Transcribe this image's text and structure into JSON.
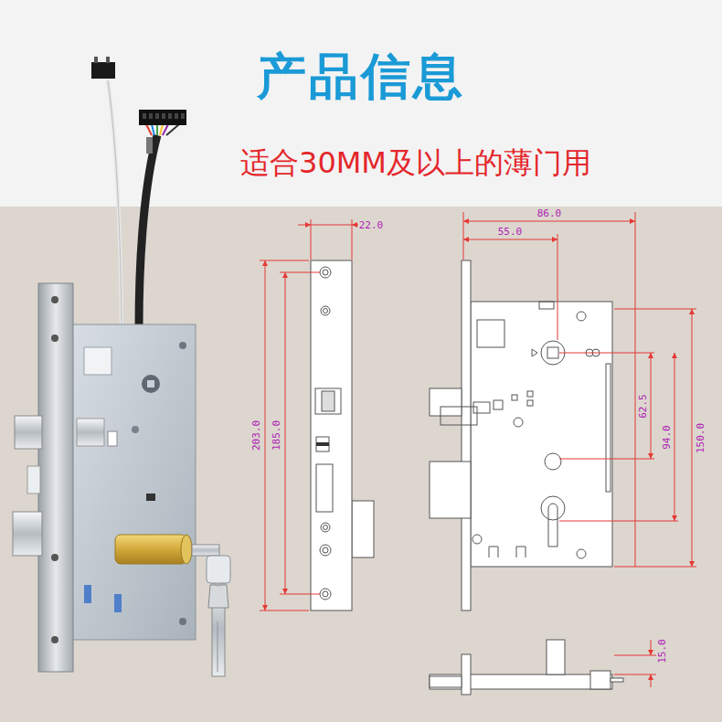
{
  "diagram": {
    "title": "产品信息",
    "labels": [
      "适合30MM及以上的薄门用",
      "22.0",
      "203.0",
      "185.0",
      "86.0",
      "55.0",
      "62.5",
      "94.0",
      "150.0",
      "15.0"
    ]
  }
}
